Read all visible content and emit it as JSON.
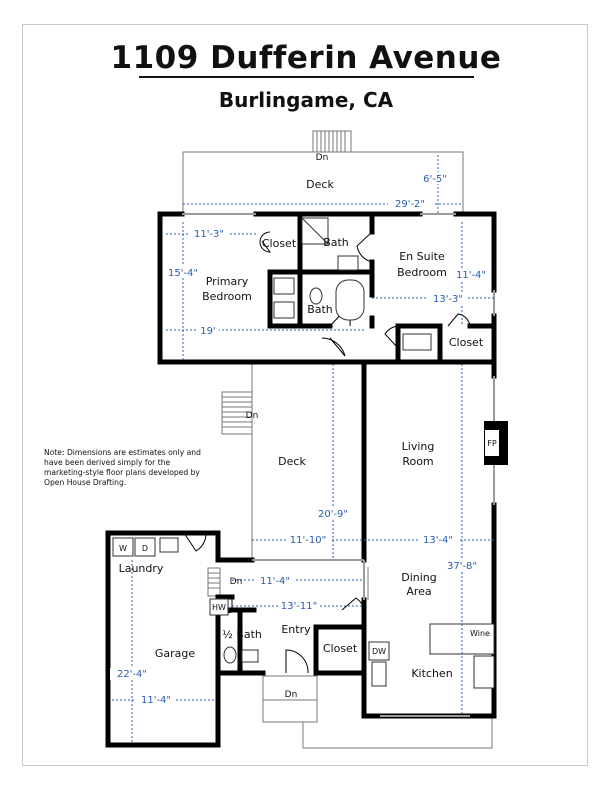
{
  "title": "1109 Dufferin Avenue",
  "subtitle": "Burlingame, CA",
  "note": "Note: Dimensions are estimates only and have been derived simply for the marketing-style floor plans developed by Open House Drafting.",
  "rooms": {
    "deck_top": "Deck",
    "closet_primary": "Closet",
    "bath_top": "Bath",
    "en_suite": [
      "En Suite",
      "Bedroom"
    ],
    "primary": [
      "Primary",
      "Bedroom"
    ],
    "bath_primary": "Bath",
    "closet_right": "Closet",
    "deck_mid": "Deck",
    "living": [
      "Living",
      "Room"
    ],
    "laundry": "Laundry",
    "dining": [
      "Dining",
      "Area"
    ],
    "garage": "Garage",
    "half_bath": "½ Bath",
    "entry": "Entry",
    "closet_entry": "Closet",
    "kitchen": "Kitchen"
  },
  "appliances": {
    "washer": "W",
    "dryer": "D",
    "fireplace": "FP",
    "water_heater": "HW",
    "dishwasher": "DW",
    "wine": "Wine"
  },
  "stairs": {
    "top": "Dn",
    "deck": "Dn",
    "laundry": "Dn",
    "entry": "Dn"
  },
  "dimensions": {
    "deck_depth": "6'-5\"",
    "deck_width": "29'-2\"",
    "primary_width": "11'-3\"",
    "primary_depth": "15'-4\"",
    "en_suite_depth": "11'-4\"",
    "en_suite_width": "13'-3\"",
    "primary_overall": "19'",
    "deck_mid_depth": "20'-9\"",
    "deck_mid_width": "11'-10\"",
    "living_width": "13'-4\"",
    "living_depth": "37'-8\"",
    "entry_depth": "11'-4\"",
    "entry_width": "13'-11\"",
    "garage_depth": "22'-4\"",
    "garage_width": "11'-4\""
  }
}
